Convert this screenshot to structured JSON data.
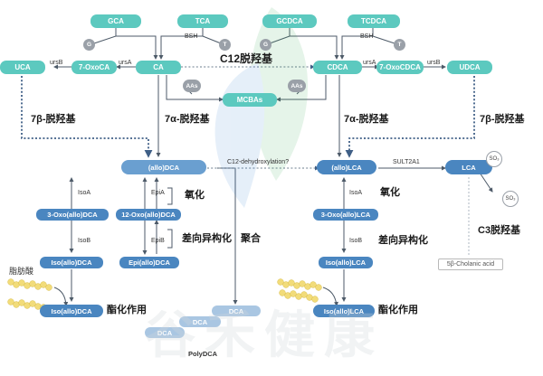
{
  "nodes": {
    "gca": "GCA",
    "tca": "TCA",
    "gcdca": "GCDCA",
    "tcdca": "TCDCA",
    "g": "G",
    "t": "T",
    "uca": "UCA",
    "oxoca": "7-OxoCA",
    "ca": "CA",
    "cdca": "CDCA",
    "oxocdca": "7-OxoCDCA",
    "udca": "UDCA",
    "aas": "AAs",
    "mcbas": "MCBAs",
    "allodca": "(allo)DCA",
    "allolca": "(allo)LCA",
    "lca": "LCA",
    "so3": "SO₃",
    "oxo3_dca": "3-Oxo(allo)DCA",
    "oxo12_dca": "12-Oxo(allo)DCA",
    "iso_dca": "Iso(allo)DCA",
    "epi_dca": "Epi(allo)DCA",
    "oxo3_lca": "3-Oxo(allo)LCA",
    "iso_lca": "Iso(allo)LCA",
    "iso_dca_ester": "Iso(allo)DCA",
    "iso_lca_ester": "Iso(allo)LCA",
    "dca": "DCA",
    "cholanic": "5β-Cholanic acid"
  },
  "labels": {
    "bsh": "BSH",
    "ursb": "ursB",
    "ursa": "ursA",
    "c12_title": "C12脱羟基",
    "b7": "7β-脱羟基",
    "a7": "7α-脱羟基",
    "c12_dehydrox": "C12-dehydroxylation?",
    "sult2a1": "SULT2A1",
    "isoa": "IsoA",
    "isob": "IsoB",
    "epia": "EpiA",
    "epib": "EpiB",
    "oxidation": "氧化",
    "epimerization": "差向异构化",
    "polymerization": "聚合",
    "c3": "C3脱羟基",
    "fatty_acid": "脂肪酸",
    "esterification": "酯化作用",
    "polydca": "PolyDCA"
  },
  "colors": {
    "teal": "#5cc9bf",
    "blue": "#4a86c0",
    "light_blue": "#a9c6e2",
    "grey": "#9aa0a8",
    "dotted": "#3f5f86",
    "gene": "#f2dc7a"
  }
}
